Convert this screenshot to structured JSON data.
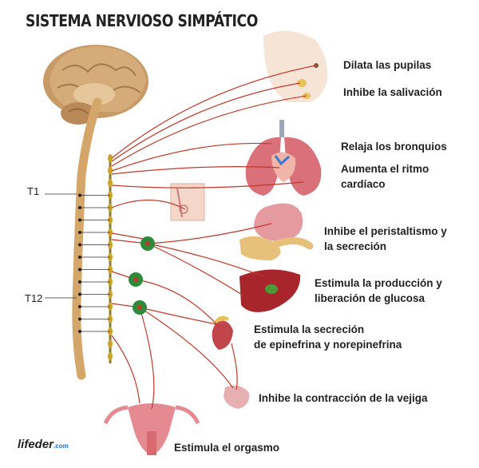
{
  "title": "SISTEMA NERVIOSO SIMPÁTICO",
  "vertebra_labels": {
    "t1": "T1",
    "t12": "T12"
  },
  "effects": {
    "pupils": "Dilata las pupilas",
    "saliva": "Inhibe la salivación",
    "bronchi": "Relaja los bronquios",
    "heart_1": "Aumenta el ritmo",
    "heart_2": "cardíaco",
    "stomach_1": "Inhibe el peristaltismo y",
    "stomach_2": "la secreción",
    "liver_1": "Estimula la producción y",
    "liver_2": "liberación de glucosa",
    "adrenal_1": "Estimula la secreción",
    "adrenal_2": "de epinefrina y norepinefrina",
    "bladder": "Inhibe la contracción de la vejiga",
    "orgasm": "Estimula el orgasmo"
  },
  "logo": {
    "name": "lifeder",
    "suffix": ".com"
  },
  "colors": {
    "nerve": "#c0392b",
    "ganglion": "#2e8b3a",
    "spine": "#d4a66a",
    "brain": "#c89a66",
    "organ": "#d9707a"
  }
}
